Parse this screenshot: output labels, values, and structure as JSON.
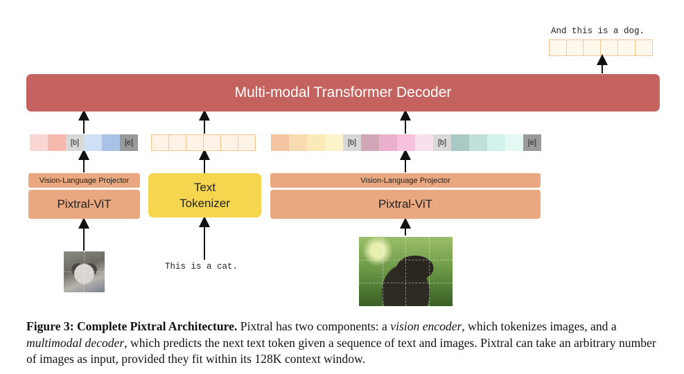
{
  "decoder": {
    "label": "Multi-modal Transformer Decoder"
  },
  "output_text": "And this is a dog.",
  "left_branch": {
    "projector": "Vision-Language Projector",
    "encoder": "Pixtral-ViT",
    "tokens": [
      {
        "label": "",
        "color": "#f9d6d3"
      },
      {
        "label": "",
        "color": "#f5b9ad"
      },
      {
        "label": "[b]",
        "color": "#d8d8d8"
      },
      {
        "label": "",
        "color": "#cfe0f6"
      },
      {
        "label": "",
        "color": "#a9c3e6"
      },
      {
        "label": "[e]",
        "color": "#9a9a9a"
      }
    ]
  },
  "middle_branch": {
    "tokenizer_line1": "Text",
    "tokenizer_line2": "Tokenizer",
    "input_text": "This is a cat."
  },
  "right_branch": {
    "projector": "Vision-Language Projector",
    "encoder": "Pixtral-ViT",
    "tokens": [
      {
        "label": "",
        "color": "#f3c4a2"
      },
      {
        "label": "",
        "color": "#f8dbb0"
      },
      {
        "label": "",
        "color": "#faeab8"
      },
      {
        "label": "",
        "color": "#fbf3c9"
      },
      {
        "label": "[b]",
        "color": "#d8d8d8"
      },
      {
        "label": "",
        "color": "#d1a6b6"
      },
      {
        "label": "",
        "color": "#ebb0cc"
      },
      {
        "label": "",
        "color": "#f7c2dc"
      },
      {
        "label": "",
        "color": "#f9e0ee"
      },
      {
        "label": "[b]",
        "color": "#d8d8d8"
      },
      {
        "label": "",
        "color": "#a9c9c5"
      },
      {
        "label": "",
        "color": "#bfe1da"
      },
      {
        "label": "",
        "color": "#d3f2ea"
      },
      {
        "label": "",
        "color": "#e4f9f4"
      },
      {
        "label": "[e]",
        "color": "#9a9a9a"
      }
    ]
  },
  "caption": {
    "label": "Figure 3: Complete Pixtral Architecture.",
    "t1": " Pixtral has two components: a ",
    "term1": "vision encoder",
    "t2": ", which tokenizes images, and a ",
    "term2": "multimodal decoder",
    "t3": ", which predicts the next text token given a sequence of text and images. Pixtral can take an arbitrary number of images as input, provided they fit within its 128K context window."
  }
}
